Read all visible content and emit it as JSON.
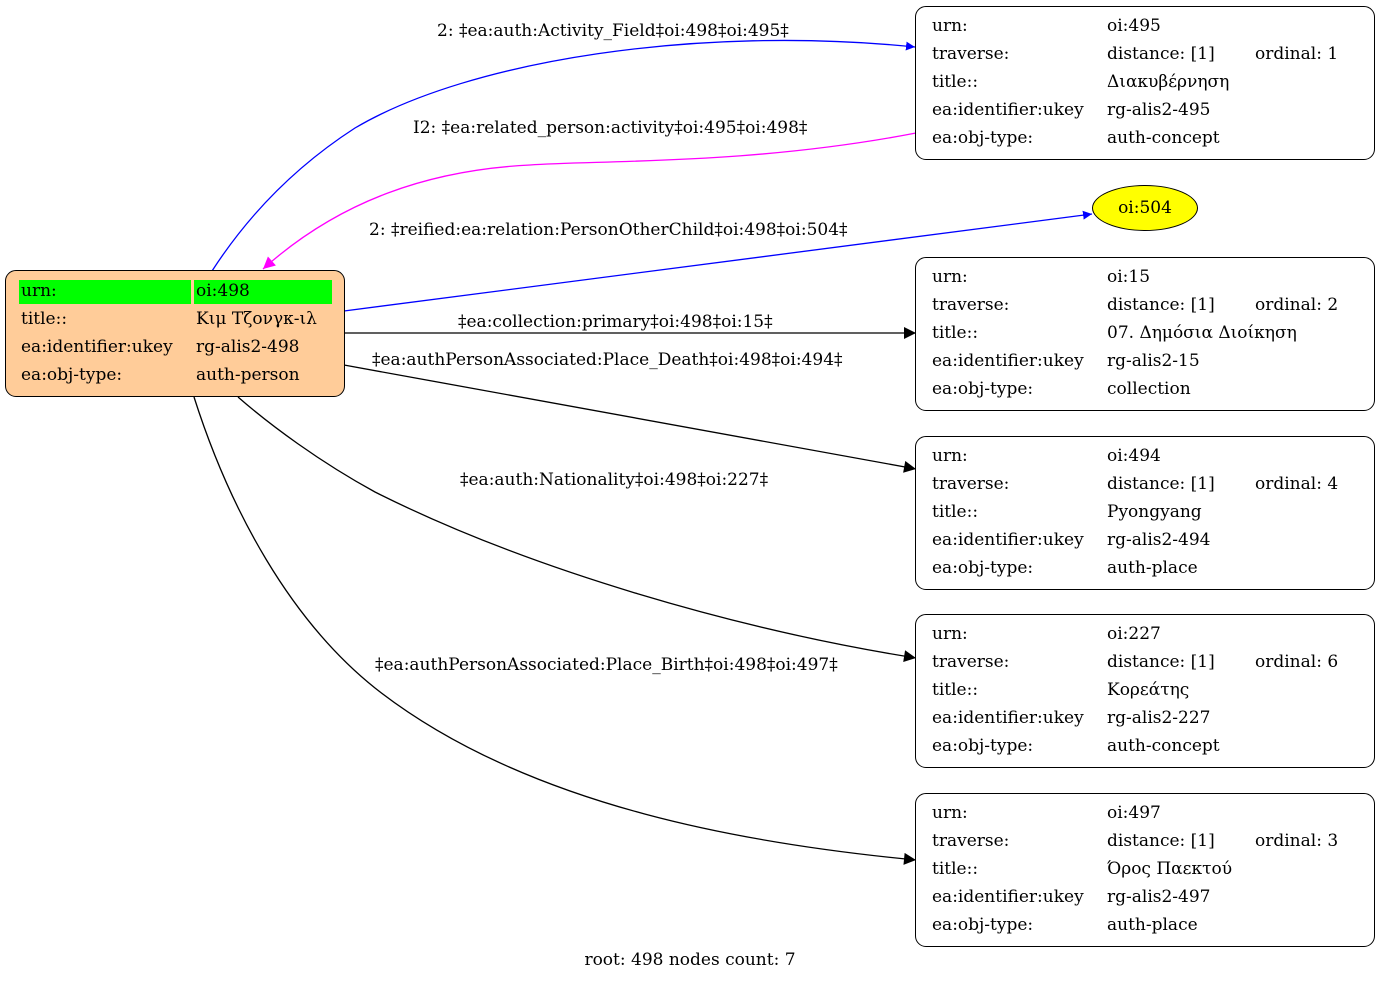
{
  "root_node": {
    "rows": [
      {
        "key": "urn:",
        "value": "oi:498"
      },
      {
        "key": "title::",
        "value": "Κιμ Τζονγκ-ιλ"
      },
      {
        "key": "ea:identifier:ukey",
        "value": "rg-alis2-498"
      },
      {
        "key": "ea:obj-type:",
        "value": "auth-person"
      }
    ],
    "fill": "#ffcc99",
    "highlight": "#00ff00"
  },
  "nodes": [
    {
      "urn": "oi:495",
      "distance": "distance: [1]",
      "ordinal": "ordinal: 1",
      "title": "Διακυβέρνηση",
      "ukey": "rg-alis2-495",
      "objtype": "auth-concept"
    },
    {
      "urn": "oi:15",
      "distance": "distance: [1]",
      "ordinal": "ordinal: 2",
      "title": "07. Δημόσια Διοίκηση",
      "ukey": "rg-alis2-15",
      "objtype": "collection"
    },
    {
      "urn": "oi:494",
      "distance": "distance: [1]",
      "ordinal": "ordinal: 4",
      "title": "Pyongyang",
      "ukey": "rg-alis2-494",
      "objtype": "auth-place"
    },
    {
      "urn": "oi:227",
      "distance": "distance: [1]",
      "ordinal": "ordinal: 6",
      "title": "Κορεάτης",
      "ukey": "rg-alis2-227",
      "objtype": "auth-concept"
    },
    {
      "urn": "oi:497",
      "distance": "distance: [1]",
      "ordinal": "ordinal: 3",
      "title": "Όρος Παεκτού",
      "ukey": "rg-alis2-497",
      "objtype": "auth-place"
    }
  ],
  "row_keys": {
    "urn": "urn:",
    "traverse": "traverse:",
    "title": "title::",
    "ukey": "ea:identifier:ukey",
    "objtype": "ea:obj-type:"
  },
  "ellipse_node": {
    "label": "oi:504",
    "fill": "#ffff00"
  },
  "edges": [
    {
      "label": "2: ‡ea:auth:Activity_Field‡oi:498‡oi:495‡",
      "color": "#0000ff"
    },
    {
      "label": "I2: ‡ea:related_person:activity‡oi:495‡oi:498‡",
      "color": "#ff00ff"
    },
    {
      "label": "2: ‡reified:ea:relation:PersonOtherChild‡oi:498‡oi:504‡",
      "color": "#0000ff"
    },
    {
      "label": "‡ea:collection:primary‡oi:498‡oi:15‡",
      "color": "#000000"
    },
    {
      "label": "‡ea:authPersonAssociated:Place_Death‡oi:498‡oi:494‡",
      "color": "#000000"
    },
    {
      "label": "‡ea:auth:Nationality‡oi:498‡oi:227‡",
      "color": "#000000"
    },
    {
      "label": "‡ea:authPersonAssociated:Place_Birth‡oi:498‡oi:497‡",
      "color": "#000000"
    }
  ],
  "footer": "root: 498 nodes count: 7"
}
